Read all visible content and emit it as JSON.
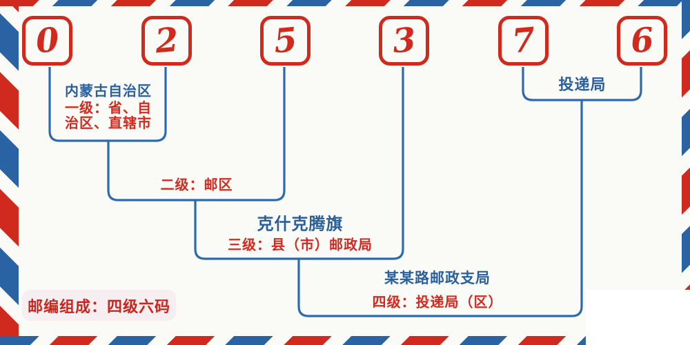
{
  "postal_code": {
    "digits": [
      "0",
      "2",
      "5",
      "3",
      "7",
      "6"
    ]
  },
  "annotations": {
    "level1": {
      "region": "内蒙古自治区",
      "label": "一级：省、自治区、直辖市"
    },
    "level2": {
      "label": "二级：邮区"
    },
    "level3": {
      "region": "克什克腾旗",
      "label": "三级：县（市）邮政局"
    },
    "level4": {
      "region": "某某路邮政支局",
      "label": "四级：投递局（区）"
    },
    "delivery": {
      "label": "投递局"
    }
  },
  "badge": {
    "label": "邮编组成：四级六码"
  },
  "colors": {
    "digit_red": "#d2291d",
    "stripe_red": "#d0291d",
    "stripe_blue": "#2a63a4",
    "connector_blue": "#2b6ab0",
    "text_blue": "#2a5f9d",
    "text_red": "#d3291f",
    "badge_background": "#f6eef0",
    "page_background": "#fafaf6"
  }
}
